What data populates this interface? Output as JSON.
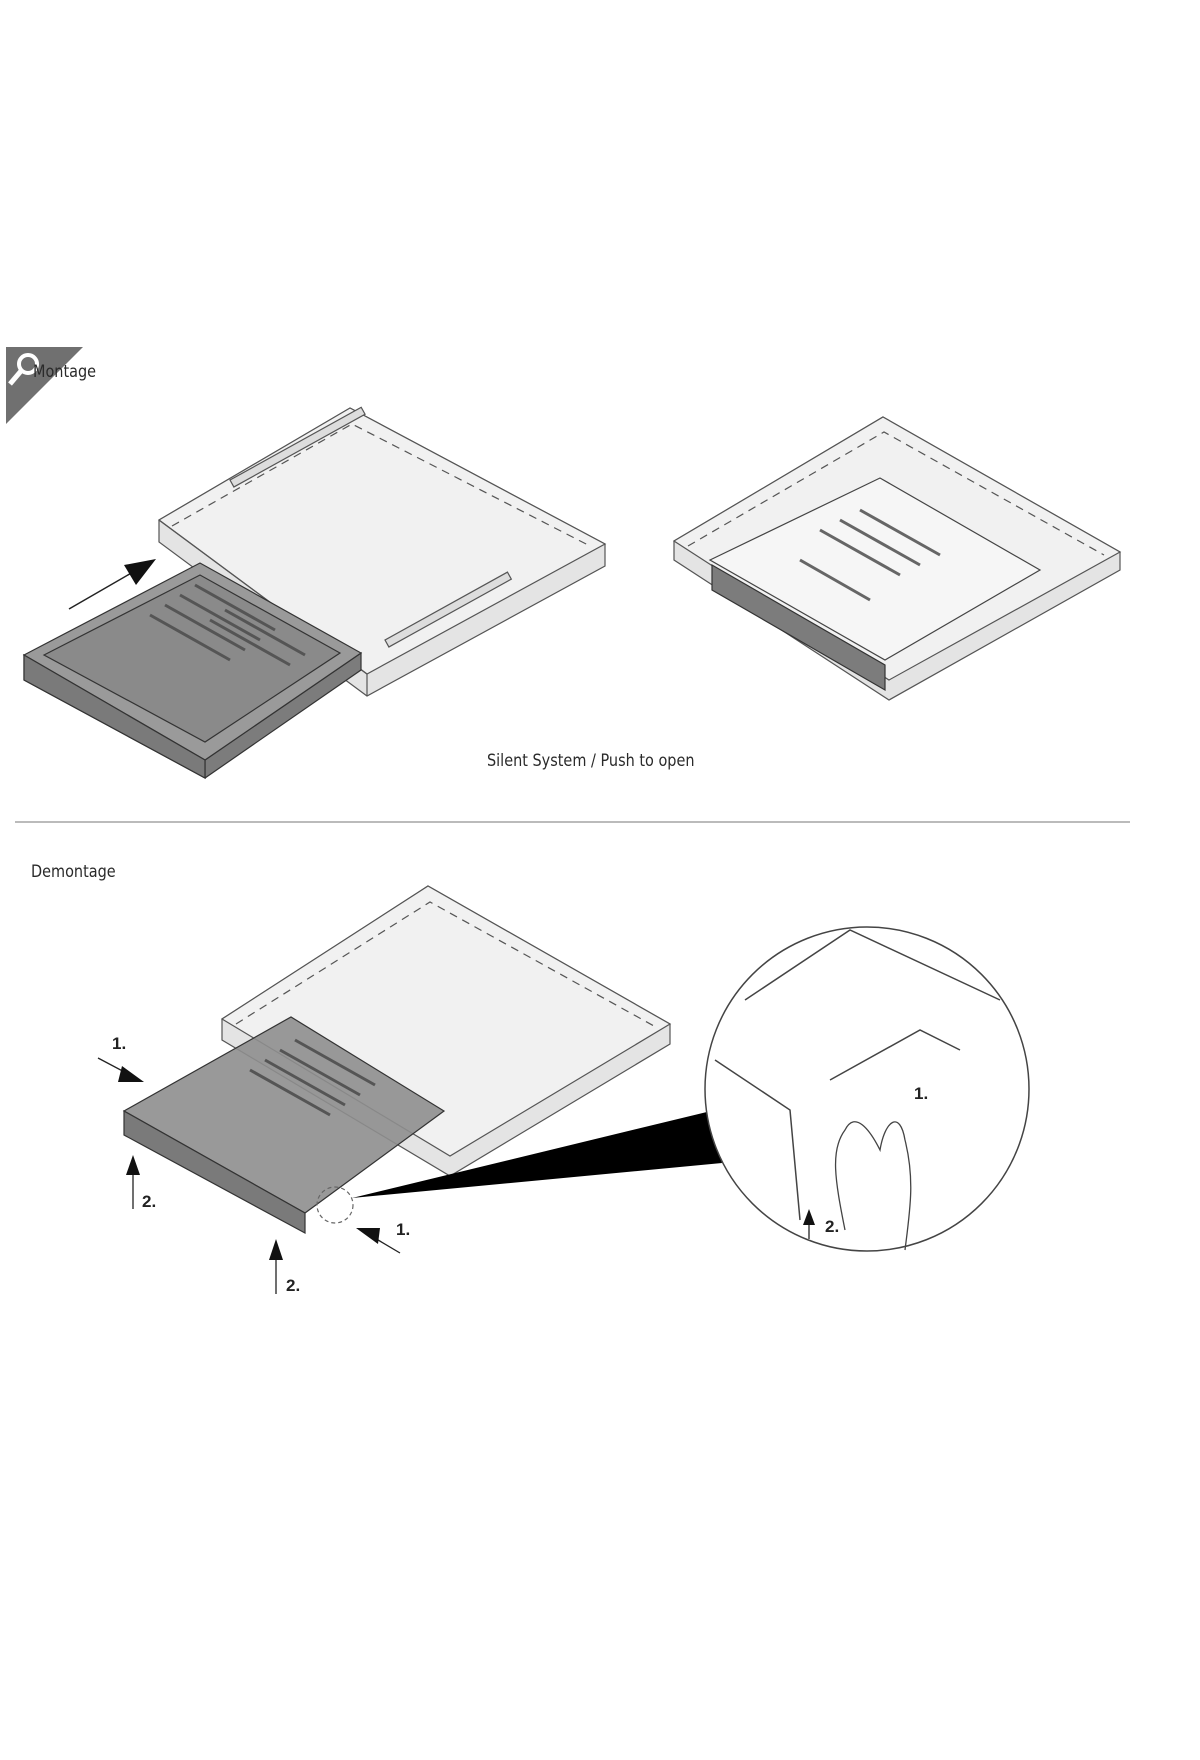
{
  "montage": {
    "title": "Montage",
    "caption": "Silent System / Push to open",
    "icon": "magnifier-icon"
  },
  "demontage": {
    "title": "Demontage",
    "steps": [
      "1.",
      "2.",
      "1.",
      "2."
    ],
    "detail_steps": [
      "1.",
      "2."
    ]
  },
  "colors": {
    "tray": "#8f8f8f",
    "board": "#efefef",
    "banner": "#707070",
    "line": "#444444"
  }
}
